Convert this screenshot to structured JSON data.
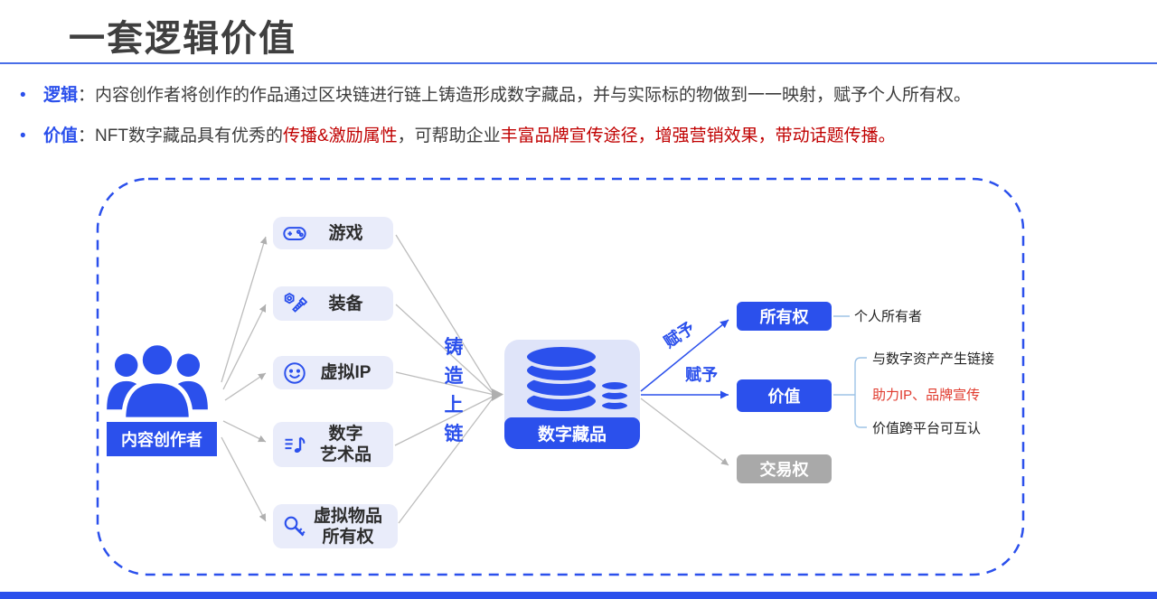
{
  "slide": {
    "title": "一套逻辑价值",
    "bullets": [
      {
        "marker": "•",
        "label": "逻辑",
        "segments": [
          {
            "text": "：内容创作者将创作的作品通过区块链进行链上铸造形成数字藏品，并与实际标的物做到一一映射，赋予个人所有权。",
            "color": "#3C3C3C"
          }
        ]
      },
      {
        "marker": "•",
        "label": "价值",
        "segments": [
          {
            "text": "：NFT数字藏品具有优秀的",
            "color": "#3C3C3C"
          },
          {
            "text": "传播&激励属性",
            "color": "#C00000"
          },
          {
            "text": "，可帮助企业",
            "color": "#3C3C3C"
          },
          {
            "text": "丰富品牌宣传途径，增强营销效果，带动话题传播。",
            "color": "#C00000"
          }
        ]
      }
    ]
  },
  "diagram": {
    "creator": {
      "label": "内容创作者",
      "icon": "people-group-icon"
    },
    "categories": [
      {
        "label": "游戏",
        "icon": "gamepad-icon"
      },
      {
        "label": "装备",
        "icon": "nut-bolt-icon"
      },
      {
        "label": "虚拟IP",
        "icon": "smiley-icon"
      },
      {
        "label": "数字\n艺术品",
        "icon": "music-note-icon"
      },
      {
        "label": "虚拟物品\n所有权",
        "icon": "key-icon"
      }
    ],
    "mint_label": "铸造上链",
    "collection": {
      "label": "数字藏品",
      "icon": "database-icon"
    },
    "grants": {
      "to_ownership": "赋予",
      "to_value": "赋予"
    },
    "rights": [
      {
        "label": "所有权",
        "variant": "blue"
      },
      {
        "label": "价值",
        "variant": "blue"
      },
      {
        "label": "交易权",
        "variant": "gray"
      }
    ],
    "owner_note": "个人所有者",
    "value_notes": [
      {
        "text": "与数字资产产生链接",
        "color": "#222222"
      },
      {
        "text": "助力IP、品牌宣传",
        "color": "#E03A2D"
      },
      {
        "text": "价值跨平台可互认",
        "color": "#222222"
      }
    ]
  },
  "colors": {
    "accent_blue": "#2B50EC",
    "title_text": "#3F3F3F",
    "body_text": "#3C3C3C",
    "red": "#C00000",
    "bright_red": "#E03A2D",
    "light_box": "#E9ECFA",
    "collection_box": "#DFE4F9",
    "gray_box": "#A9A9A9",
    "connector_gray": "#BDBDBD",
    "bracket_blue": "#9DC3E6",
    "divider_blue": "#4A6FE8"
  }
}
